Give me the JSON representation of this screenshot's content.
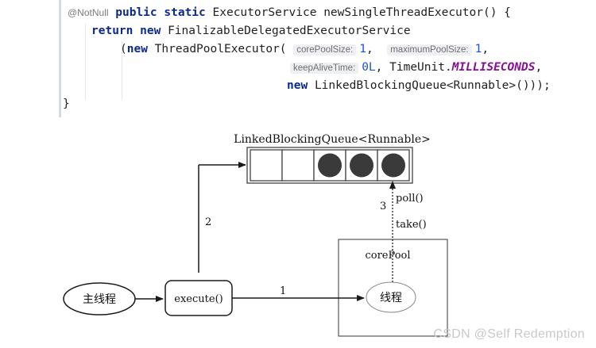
{
  "code": {
    "annotation": "@NotNull",
    "kw_public": "public",
    "kw_static": "static",
    "line1_sig": "ExecutorService newSingleThreadExecutor() {",
    "kw_return": "return",
    "kw_new": "new",
    "line2_class": "FinalizableDelegatedExecutorService",
    "line3_open": "(",
    "line3_class": "ThreadPoolExecutor(",
    "hint_core": "corePoolSize:",
    "val_core": "1",
    "hint_max": "maximumPoolSize:",
    "val_max": "1",
    "hint_keep": "keepAliveTime:",
    "val_keep": "0L",
    "timeunit": "TimeUnit.",
    "ms": "MILLISECONDS",
    "line5_class": "LinkedBlockingQueue<Runnable>()));",
    "close_brace": "}"
  },
  "diagram": {
    "queue_label": "LinkedBlockingQueue<Runnable>",
    "queue_slots": 5,
    "queue_filled": 3,
    "main_thread": "主线程",
    "execute": "execute()",
    "core_pool": "corePool",
    "worker_thread": "线程",
    "step1": "1",
    "step2": "2",
    "step3": "3",
    "poll": "poll()",
    "take": "take()"
  },
  "colors": {
    "filled_slot": "#3a3a3a",
    "line": "#1a1a1a"
  },
  "watermark": "CSDN @Self  Redemption"
}
